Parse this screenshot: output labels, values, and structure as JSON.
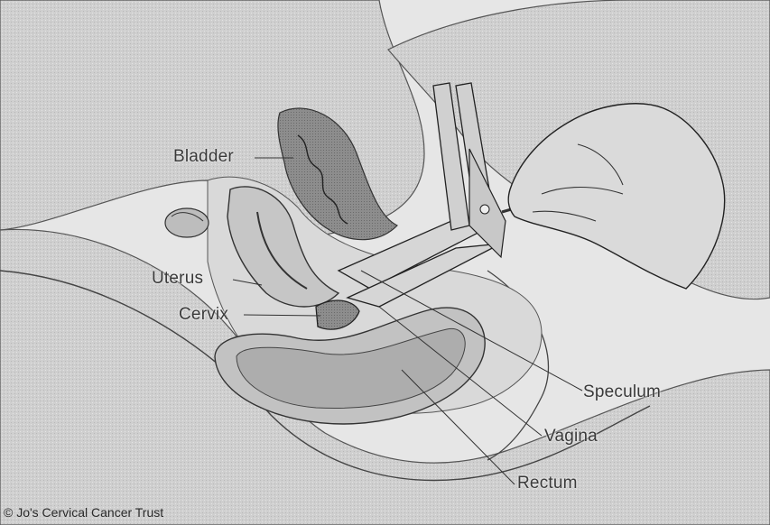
{
  "labels": {
    "bladder": "Bladder",
    "uterus": "Uterus",
    "cervix": "Cervix",
    "speculum": "Speculum",
    "vagina": "Vagina",
    "rectum": "Rectum"
  },
  "copyright": "© Jo's Cervical Cancer Trust",
  "colors": {
    "background": "#e9e9e9",
    "skin": "#d2d2d2",
    "organ_dark": "#8a8a8a",
    "outline": "#3c3c3c"
  }
}
